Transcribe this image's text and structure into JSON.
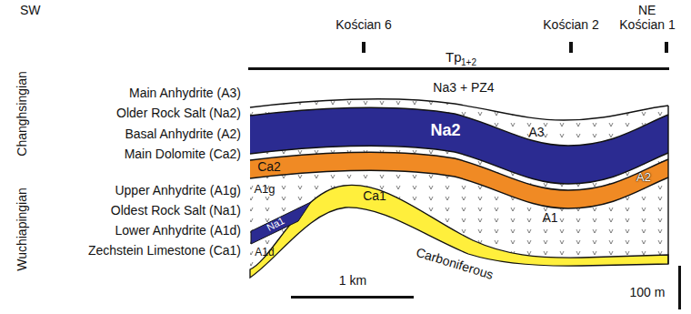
{
  "diagram": {
    "labels": [
      "SW",
      "NE",
      "Kościan 6",
      "Kościan 2",
      "Kościan 1",
      "Tp",
      "1+2",
      "Na3 + PZ4",
      "Main Anhydrite (A3)",
      "Older Rock Salt (Na2)",
      "Basal Anhydrite (A2)",
      "Main Dolomite (Ca2)",
      "Upper Anhydrite (A1g)",
      "Oldest Rock Salt (Na1)",
      "Lower Anhydrite (A1d)",
      "Zechstein Limestone (Ca1)",
      "Changhsingian",
      "Wuchiapingian",
      "A3",
      "Na2",
      "A2",
      "Ca2",
      "A1g",
      "Na1",
      "A1d",
      "Ca1",
      "A1",
      "Carboniferous",
      "1 km",
      "100 m"
    ]
  }
}
